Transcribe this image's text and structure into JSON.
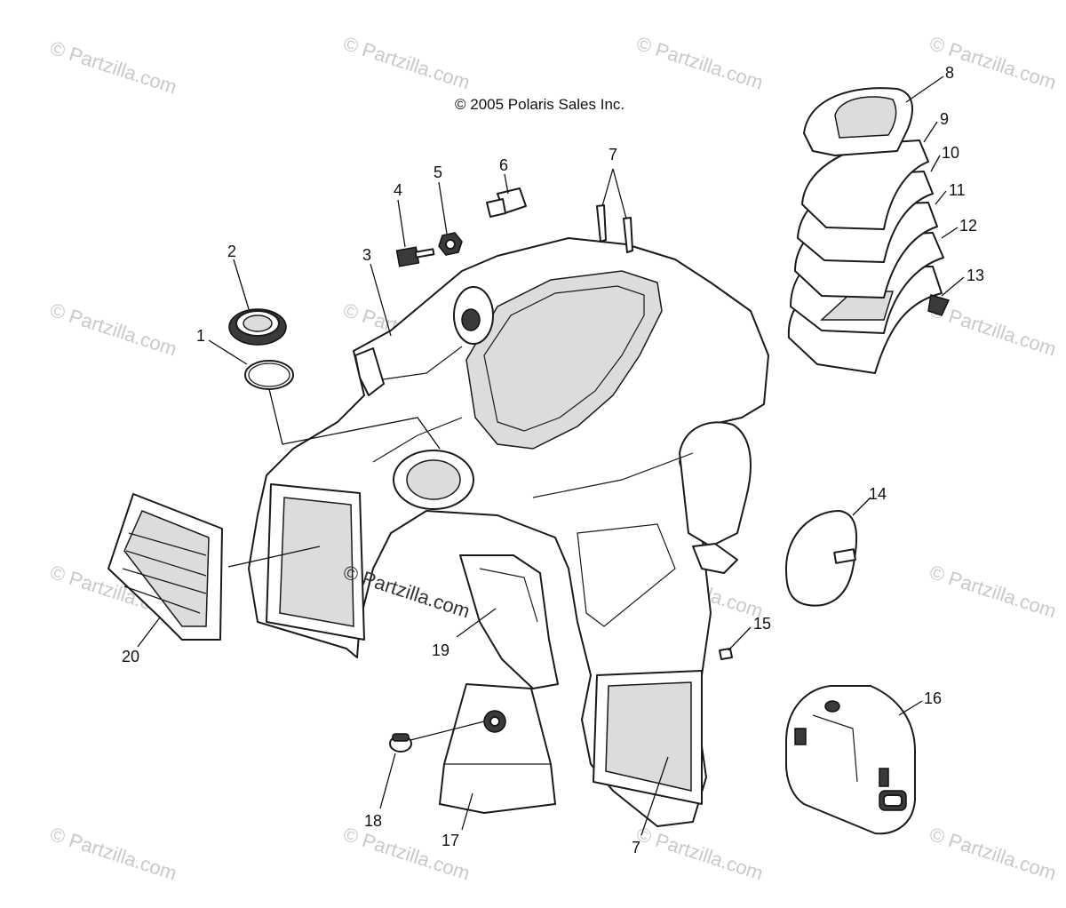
{
  "copyright": "© 2005 Polaris Sales Inc.",
  "watermark_text": "© Partzilla.com",
  "center_watermark": "© Partzilla.com",
  "callouts": [
    {
      "id": "1",
      "label": "1"
    },
    {
      "id": "2",
      "label": "2"
    },
    {
      "id": "3",
      "label": "3"
    },
    {
      "id": "4",
      "label": "4"
    },
    {
      "id": "5",
      "label": "5"
    },
    {
      "id": "6",
      "label": "6"
    },
    {
      "id": "7a",
      "label": "7"
    },
    {
      "id": "7b",
      "label": "7"
    },
    {
      "id": "8",
      "label": "8"
    },
    {
      "id": "9",
      "label": "9"
    },
    {
      "id": "10",
      "label": "10"
    },
    {
      "id": "11",
      "label": "11"
    },
    {
      "id": "12",
      "label": "12"
    },
    {
      "id": "13",
      "label": "13"
    },
    {
      "id": "14",
      "label": "14"
    },
    {
      "id": "15",
      "label": "15"
    },
    {
      "id": "16",
      "label": "16"
    },
    {
      "id": "17",
      "label": "17"
    },
    {
      "id": "18",
      "label": "18"
    },
    {
      "id": "19",
      "label": "19"
    },
    {
      "id": "20",
      "label": "20"
    }
  ]
}
